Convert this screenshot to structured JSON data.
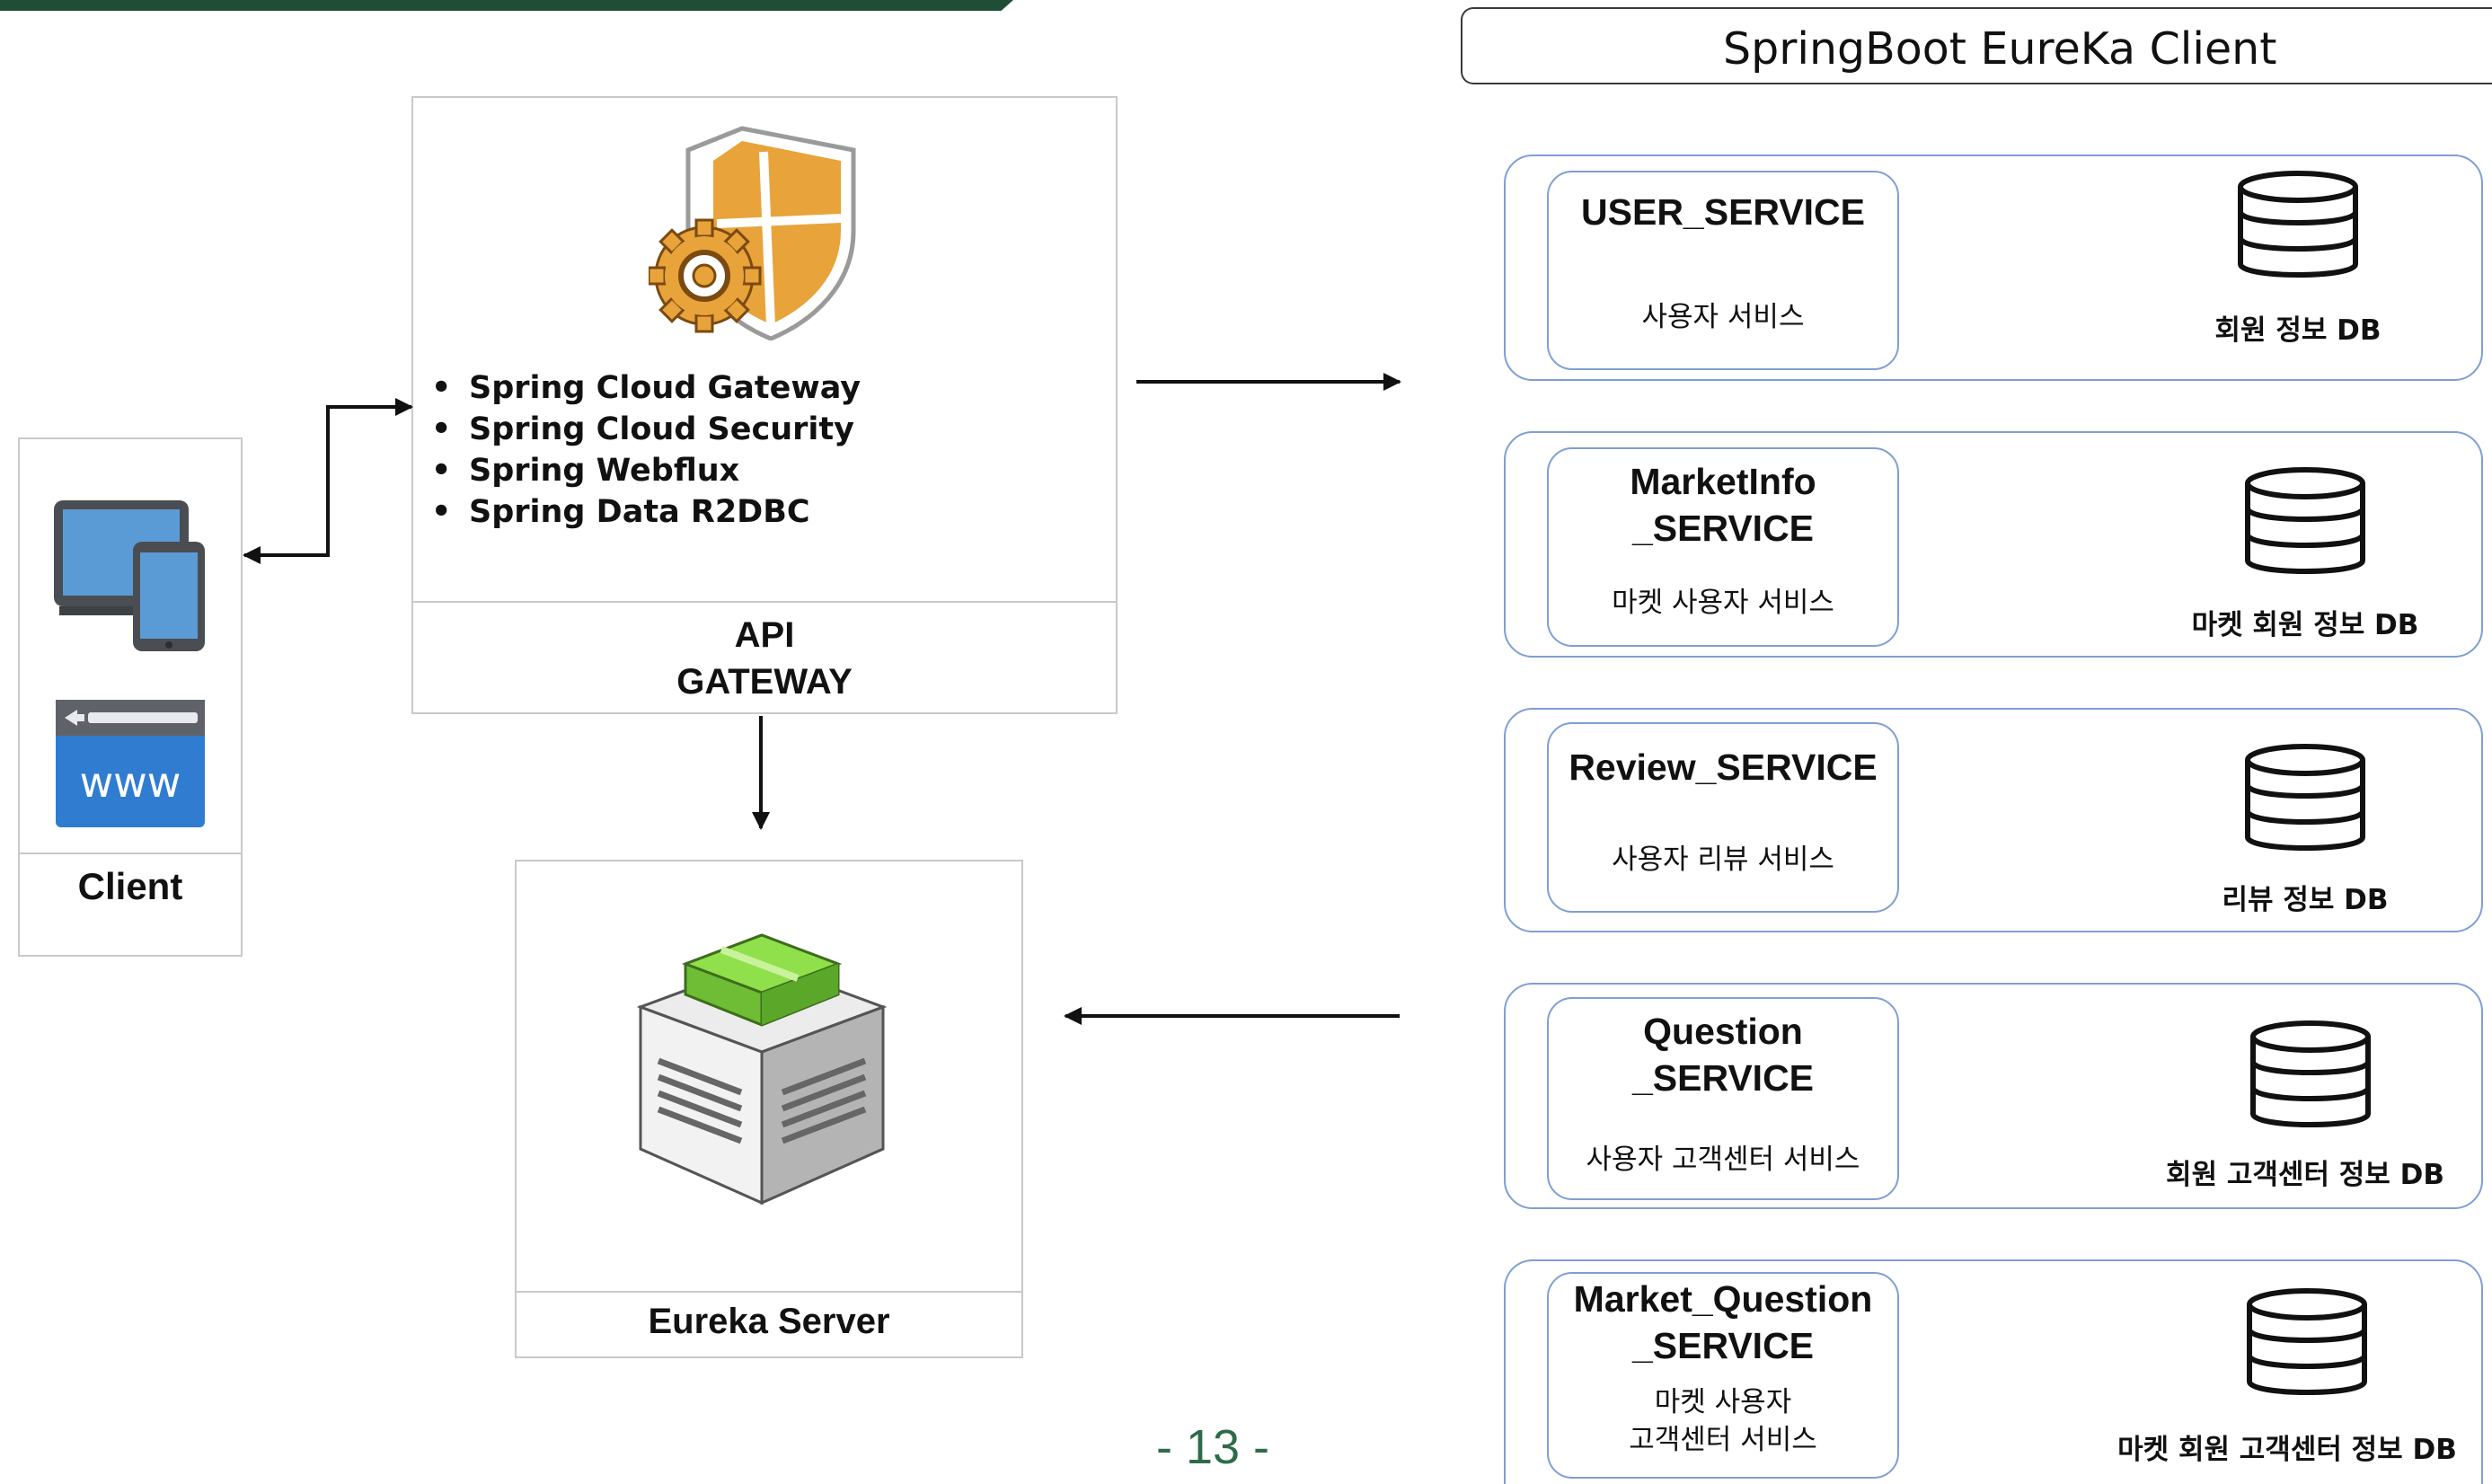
{
  "client": {
    "label": "Client"
  },
  "gateway": {
    "label_line1": "API",
    "label_line2": "GATEWAY",
    "features": [
      "Spring Cloud Gateway",
      "Spring Cloud Security",
      "Spring Webflux",
      "Spring Data R2DBC"
    ]
  },
  "eureka_server": {
    "label": "Eureka Server"
  },
  "eureka_client": {
    "title": "SpringBoot EureKa Client"
  },
  "services": [
    {
      "name_line1": "USER_SERVICE",
      "name_line2": "",
      "desc_line1": "사용자 서비스",
      "desc_line2": "",
      "db_label": "회원 정보 DB"
    },
    {
      "name_line1": "MarketInfo",
      "name_line2": "_SERVICE",
      "desc_line1": "마켓 사용자 서비스",
      "desc_line2": "",
      "db_label": "마켓 회원 정보 DB"
    },
    {
      "name_line1": "Review_SERVICE",
      "name_line2": "",
      "desc_line1": "사용자 리뷰 서비스",
      "desc_line2": "",
      "db_label": "리뷰 정보 DB"
    },
    {
      "name_line1": "Question",
      "name_line2": "_SERVICE",
      "desc_line1": "사용자 고객센터 서비스",
      "desc_line2": "",
      "db_label": "회원 고객센터 정보 DB"
    },
    {
      "name_line1": "Market_Question",
      "name_line2": "_SERVICE",
      "desc_line1": "마켓 사용자",
      "desc_line2": "고객센터 서비스",
      "db_label": "마켓 회원 고객센터 정보 DB"
    }
  ],
  "icons": {
    "client_device": "devices-icon",
    "client_web": "www-browser-icon",
    "gateway": "shield-gear-icon",
    "eureka": "server-box-icon",
    "database": "database-icon"
  },
  "colors": {
    "accent_green": "#1f4d36",
    "shield_orange": "#e8a33a",
    "service_border": "#7f9fd3",
    "server_green": "#7ccf3f"
  },
  "footer": {
    "page_number": "- 13 -"
  }
}
